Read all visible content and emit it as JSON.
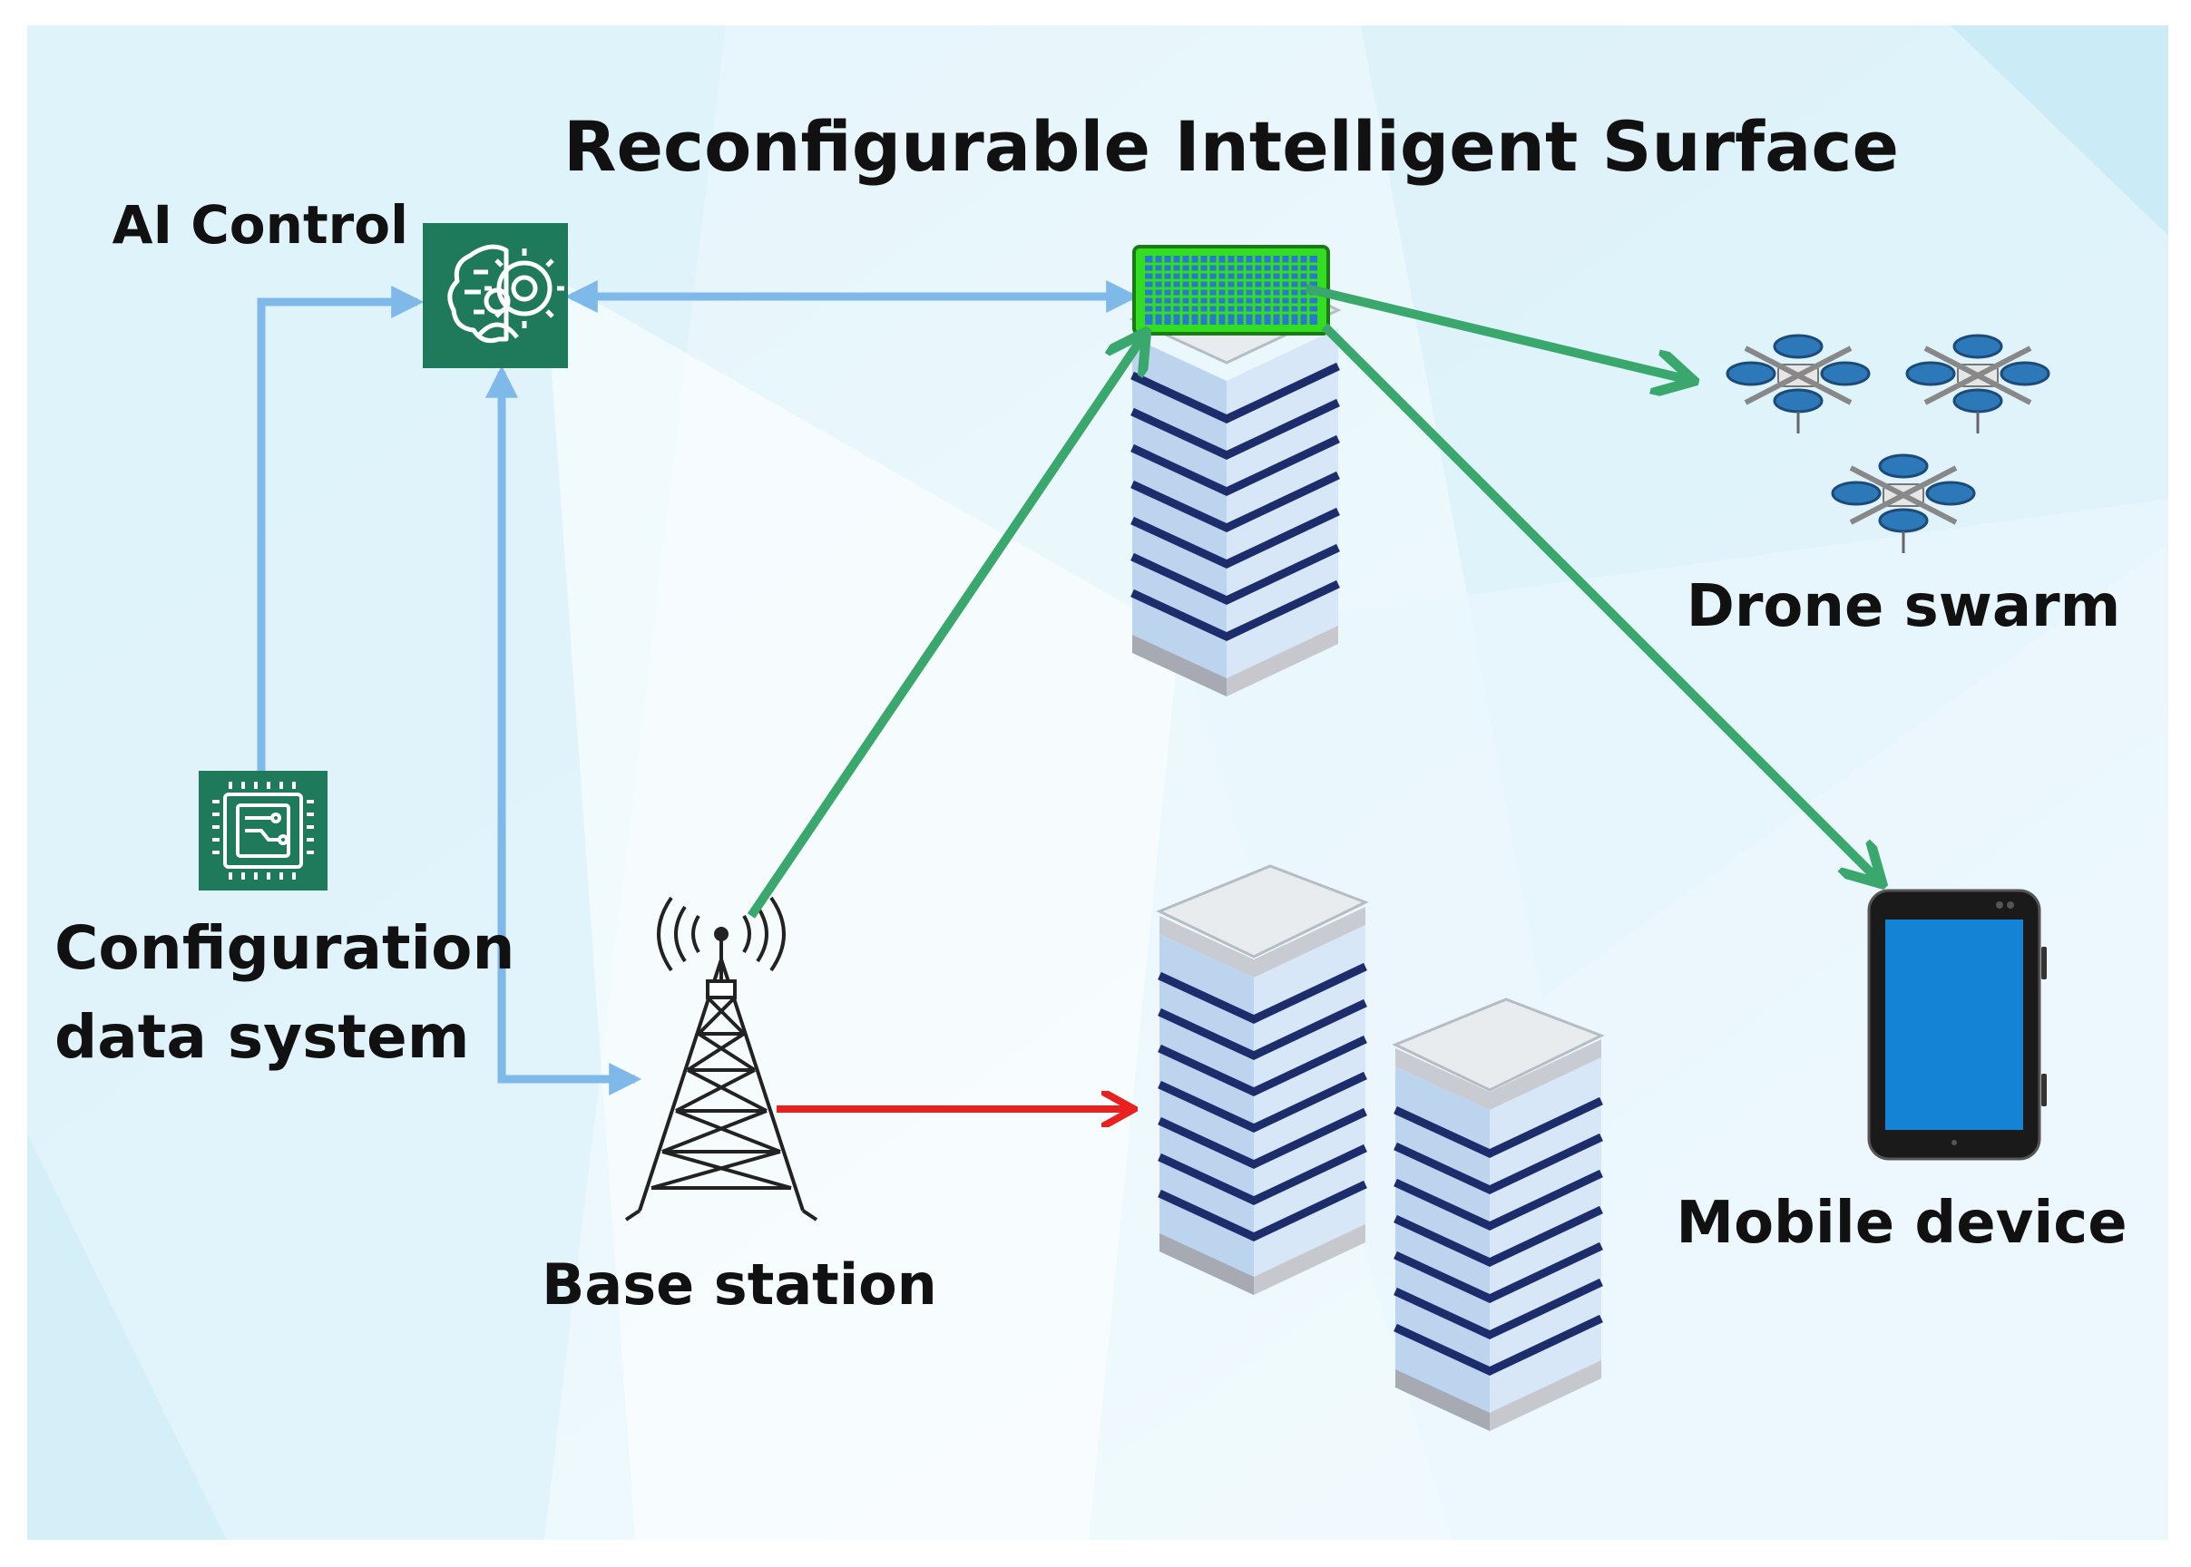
{
  "title": "Reconfigurable Intelligent Surface",
  "labels": {
    "ai_control": "AI Control",
    "config_line1": "Configuration",
    "config_line2": "data system",
    "base_station": "Base station",
    "drone_swarm": "Drone swarm",
    "mobile_device": "Mobile device"
  },
  "colors": {
    "control_link": "#7fb9ea",
    "reflected_link": "#3aa86c",
    "blocked_link": "#e8201e",
    "icon_tile": "#1f7a5c",
    "ris_panel": "#33dd22",
    "building_stripe": "#1d2d6b",
    "building_face": "#c9def3",
    "phone_screen": "#1483d6"
  },
  "icons": {
    "ai_control": "brain-gear-person-icon",
    "config_system": "circuit-chip-icon",
    "base_station": "cell-tower-icon",
    "drones": "quadcopter-icon",
    "mobile": "tablet-phone-icon",
    "ris": "ris-panel-icon"
  }
}
